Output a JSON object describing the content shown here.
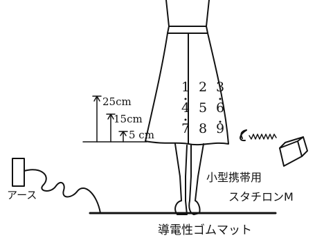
{
  "dimensions": {
    "d25": "25cm",
    "d15": "15cm",
    "d5": "5 cm"
  },
  "points": {
    "row1": [
      "1",
      "2",
      "3"
    ],
    "row2": [
      "4",
      "5",
      "6"
    ],
    "row3": [
      "7",
      "8",
      "9"
    ]
  },
  "labels": {
    "earth": "アース",
    "device_line1": "小型携帯用",
    "device_line2": "スタチロンM",
    "mat": "導電性ゴムマット"
  }
}
